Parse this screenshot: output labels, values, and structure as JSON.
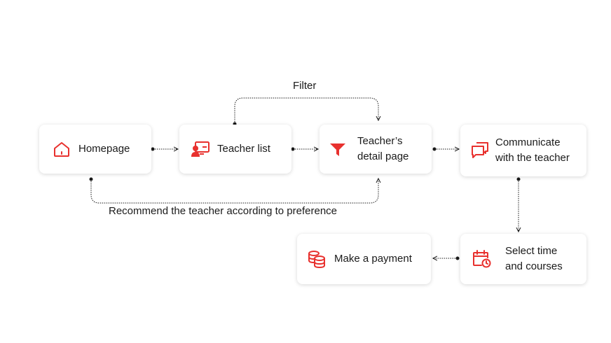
{
  "nodes": {
    "homepage": "Homepage",
    "teacher_list": "Teacher list",
    "teacher_detail": [
      "Teacher’s",
      "detail page"
    ],
    "communicate": [
      "Communicate",
      "with the teacher"
    ],
    "select_time": [
      "Select time",
      "and courses"
    ],
    "payment": "Make a payment"
  },
  "edges": {
    "filter": "Filter",
    "recommend": "Recommend the teacher according to preference"
  },
  "colors": {
    "accent": "#e8312e",
    "line": "#1a1a1a"
  },
  "icons": {
    "homepage": "home-icon",
    "teacher_list": "teacher-board-icon",
    "teacher_detail": "funnel-filter-icon",
    "communicate": "chat-bubbles-icon",
    "select_time": "calendar-clock-icon",
    "payment": "coin-stack-icon"
  }
}
